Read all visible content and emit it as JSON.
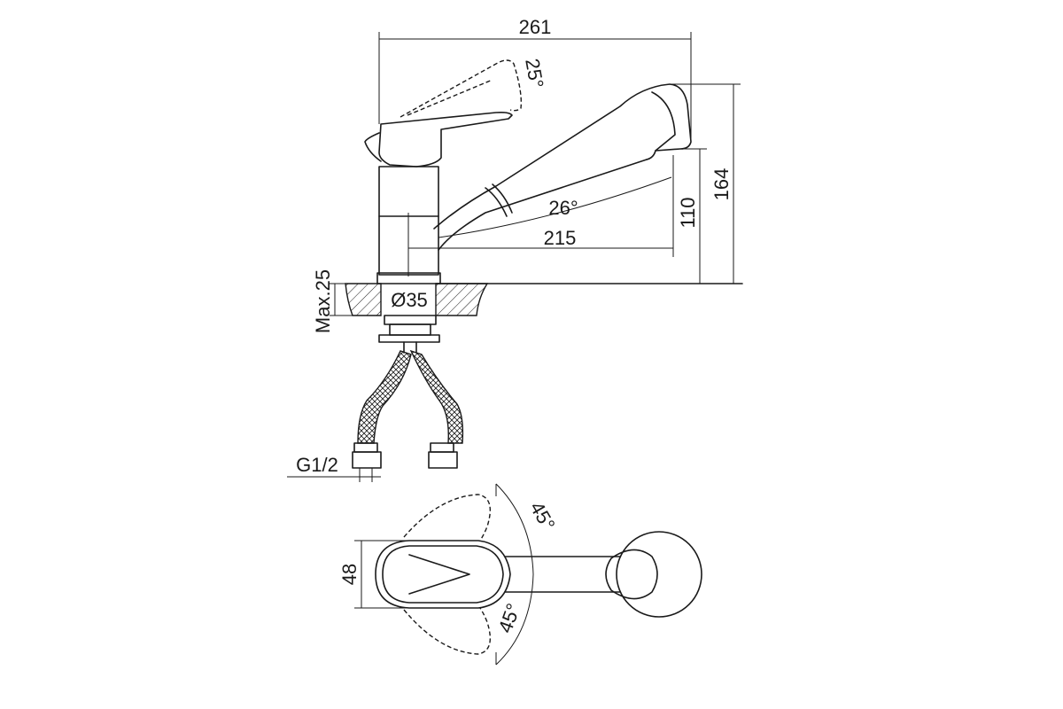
{
  "dimensions": {
    "overall_length": "261",
    "overall_height": "164",
    "spout_reach": "215",
    "spout_height": "110",
    "lever_tilt": "25°",
    "spout_pullout_angle": "26°",
    "mounting_hole": "Ø35",
    "max_deck_thickness": "Max.25",
    "hose_connection": "G1/2",
    "body_width": "48",
    "lever_swing_upper": "45°",
    "lever_swing_lower": "45°"
  },
  "colors": {
    "stroke": "#1a1a1a",
    "background": "#ffffff"
  }
}
